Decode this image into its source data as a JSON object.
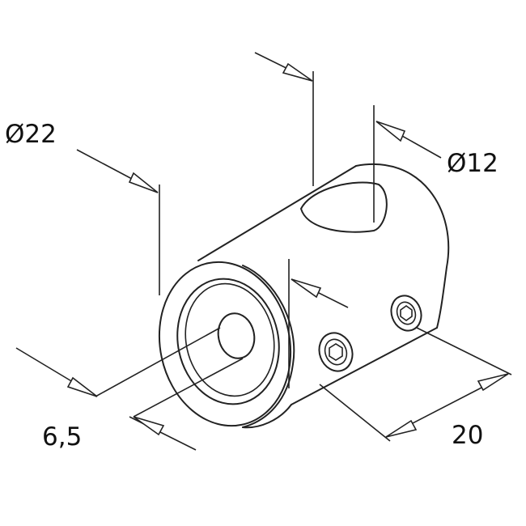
{
  "dimensions": {
    "outer_diameter": "Ø22",
    "hole_diameter": "Ø12",
    "bore": "6,5",
    "length": "20"
  }
}
